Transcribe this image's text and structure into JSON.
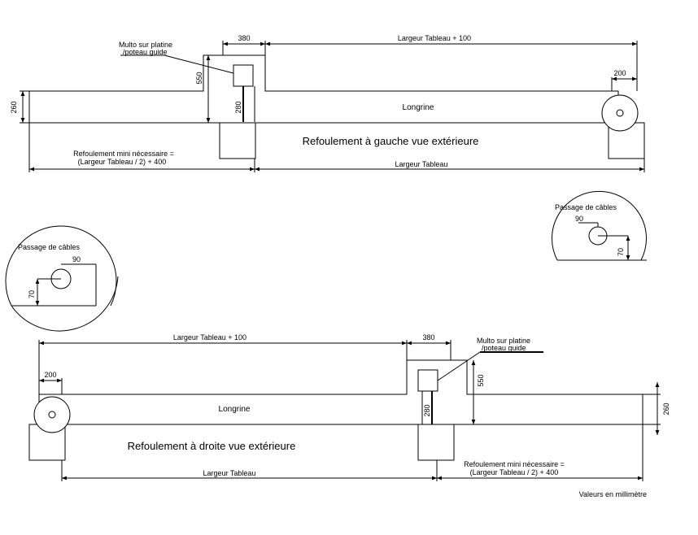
{
  "top_view": {
    "label_multo_line1": "Multo sur platine",
    "label_multo_line2": "/poteau guide",
    "dim_380": "380",
    "dim_largeur_plus": "Largeur Tableau + 100",
    "dim_200": "200",
    "dim_550": "550",
    "dim_260": "260",
    "dim_280": "280",
    "label_longrine": "Longrine",
    "title": "Refoulement à gauche vue extérieure",
    "label_refoul_line1": "Refoulement mini nécessaire =",
    "label_refoul_line2": "(Largeur Tableau / 2) + 400",
    "dim_largeur": "Largeur Tableau"
  },
  "detail_right": {
    "label": "Passage de câbles",
    "dim_90": "90",
    "dim_70": "70"
  },
  "detail_left": {
    "label": "Passage de câbles",
    "dim_90": "90",
    "dim_70": "70"
  },
  "bottom_view": {
    "dim_largeur_plus": "Largeur Tableau + 100",
    "dim_380": "380",
    "label_multo_line1": "Multo sur platine",
    "label_multo_line2": "/poteau guide",
    "dim_200": "200",
    "dim_550": "550",
    "dim_260": "260",
    "dim_280": "280",
    "label_longrine": "Longrine",
    "title": "Refoulement à droite vue extérieure",
    "label_refoul_line1": "Refoulement mini nécessaire =",
    "label_refoul_line2": "(Largeur Tableau / 2) + 400",
    "dim_largeur": "Largeur Tableau"
  },
  "footer_note": "Valeurs en millimètre"
}
